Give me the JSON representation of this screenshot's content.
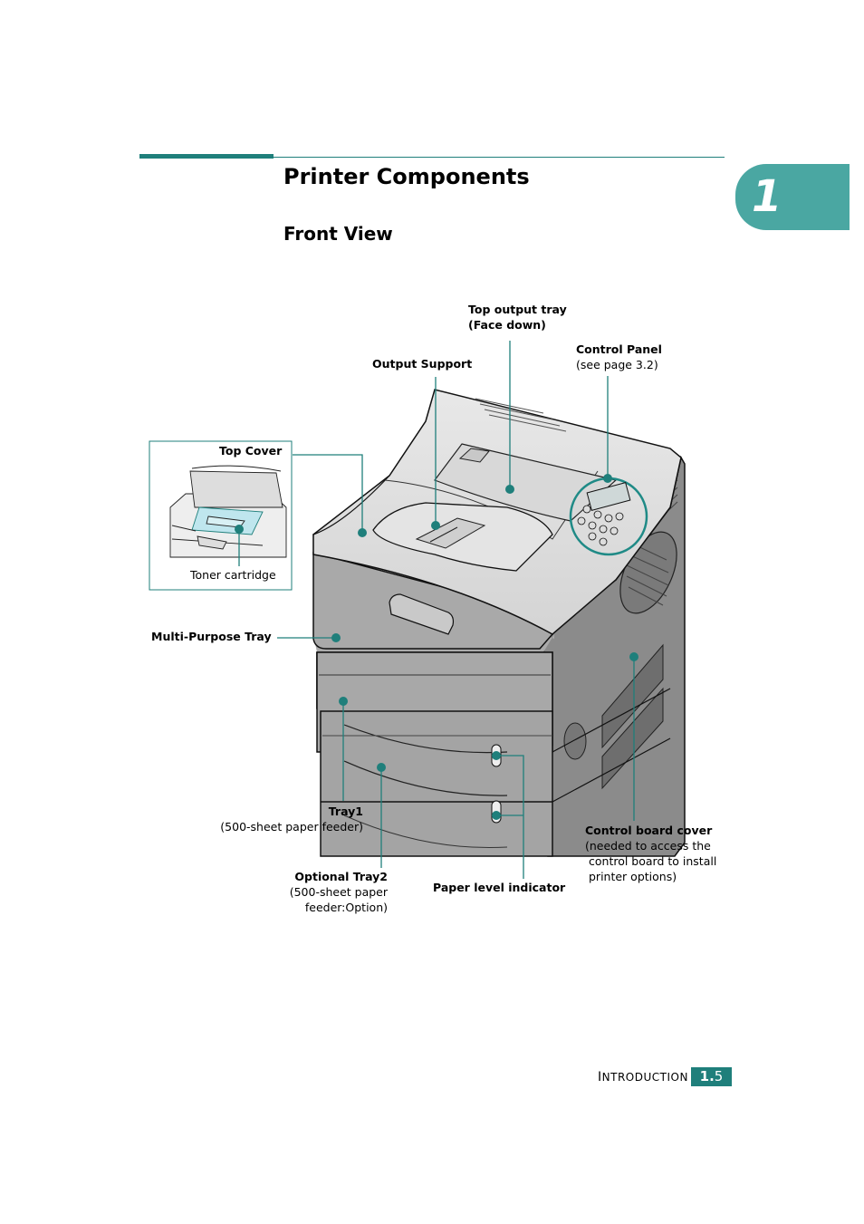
{
  "chapter_number": "1",
  "title": "Printer Components",
  "section": "Front View",
  "labels": {
    "top_output_tray": {
      "bold": "Top output tray",
      "bold2": "(Face down)"
    },
    "control_panel": {
      "bold": "Control Panel",
      "normal": "(see page 3.2)"
    },
    "output_support": {
      "bold": "Output Support"
    },
    "top_cover": {
      "bold": "Top Cover"
    },
    "toner_cartridge": {
      "normal": "Toner cartridge"
    },
    "multi_purpose_tray": {
      "bold": "Multi-Purpose Tray"
    },
    "tray1": {
      "bold": "Tray1",
      "normal": "(500-sheet paper feeder)"
    },
    "optional_tray2": {
      "bold": "Optional Tray2",
      "normal1": "(500-sheet paper",
      "normal2": "feeder:Option)"
    },
    "paper_level": {
      "bold": "Paper level indicator"
    },
    "control_board_cover": {
      "bold": "Control board cover",
      "normal1": "(needed to access the",
      "normal2": "control board to install",
      "normal3": "printer options)"
    }
  },
  "footer": {
    "section_initial": "I",
    "section_rest": "NTRODUCTION",
    "page_chapter": "1.",
    "page_number": "5"
  },
  "colors": {
    "accent": "#1f7f7b",
    "tab": "#4aa7a2"
  }
}
